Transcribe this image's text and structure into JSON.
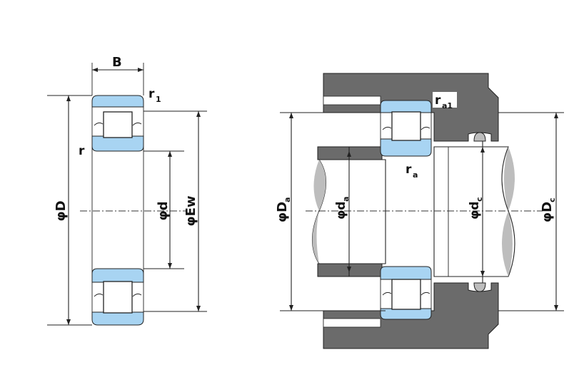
{
  "labels": {
    "width": "B",
    "chamfer1": "r",
    "chamfer1_sub": "1",
    "chamfer": "r",
    "outer_dia": "φD",
    "bore_dia": "φd",
    "ew_dia": "φEw",
    "housing_dia": "φD",
    "housing_dia_sub": "a",
    "shaft_dia": "φd",
    "shaft_dia_sub": "a",
    "shaft_dia_c": "φd",
    "shaft_dia_c_sub": "c",
    "housing_dia_c": "φD",
    "housing_dia_c_sub": "c",
    "fillet_a": "r",
    "fillet_a_sub": "a",
    "fillet_a1": "r",
    "fillet_a1_sub": "a1"
  },
  "colors": {
    "ring": "#a8d4f2",
    "housing": "#6b6b6b",
    "shaft_shade": "#bdbdbd",
    "line": "#222222"
  }
}
